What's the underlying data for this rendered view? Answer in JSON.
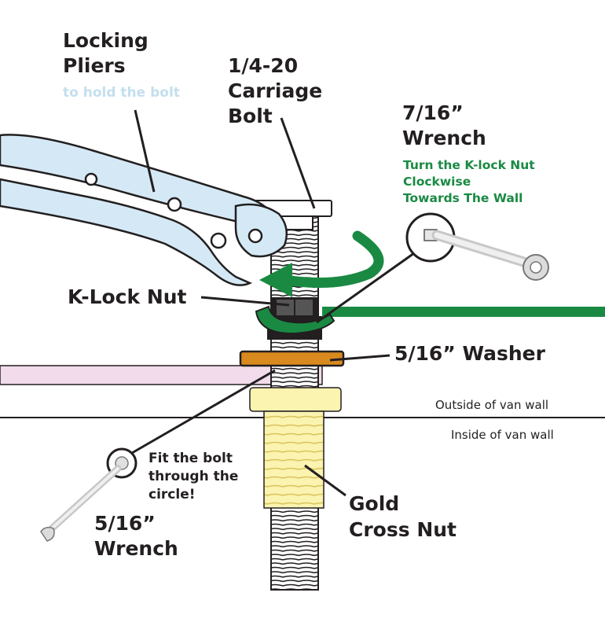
{
  "labels": {
    "pliers_line1": "Locking",
    "pliers_line2": "Pliers",
    "pliers_note": "to hold the bolt",
    "bolt_line1": "1/4-20",
    "bolt_line2": "Carriage",
    "bolt_line3": "Bolt",
    "wrench716_line1": "7/16”",
    "wrench716_line2": "Wrench",
    "wrench716_note1": "Turn the K-lock Nut",
    "wrench716_note2": "Clockwise",
    "wrench716_note3": "Towards The Wall",
    "klock_nut": "K-Lock Nut",
    "washer": "5/16” Washer",
    "outside_wall": "Outside of van wall",
    "inside_wall": "Inside of van wall",
    "fit_line1": "Fit the bolt",
    "fit_line2": "through the",
    "fit_line3": "circle!",
    "wrench516_line1": "5/16”",
    "wrench516_line2": "Wrench",
    "cross_nut_line1": "Gold",
    "cross_nut_line2": "Cross Nut"
  },
  "colors": {
    "pliers_fill": "#d4e9f5",
    "note_blue": "#c4dfee",
    "green": "#1a8a43",
    "washer": "#d98a1e",
    "pink_panel": "#f2dcec",
    "gold": "#fbf3b0",
    "gold_dark": "#f4e37c",
    "outline": "#231f20"
  }
}
